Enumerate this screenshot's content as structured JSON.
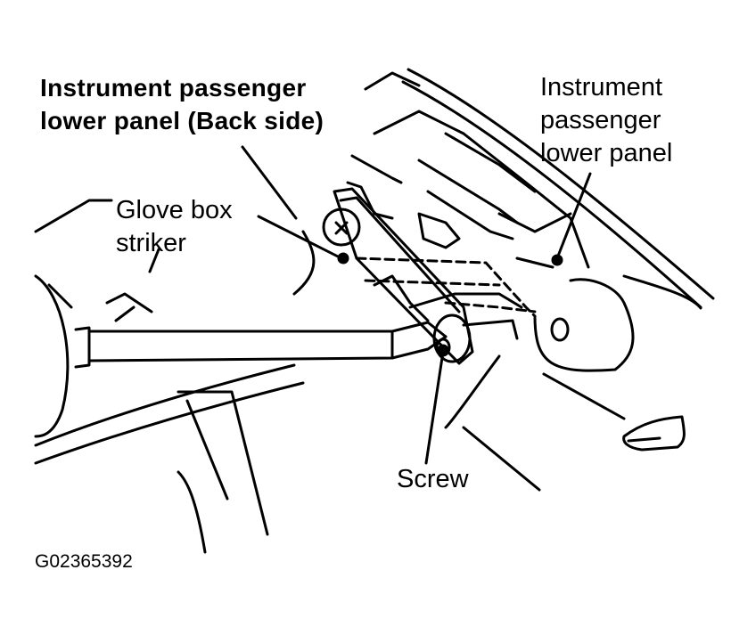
{
  "callouts": {
    "panel_back": [
      "Instrument passenger",
      "lower panel (Back side)"
    ],
    "panel": [
      "Instrument",
      "passenger",
      "lower panel"
    ],
    "striker": [
      "Glove box",
      "striker"
    ],
    "screw": "Screw"
  },
  "figure_code": "G02365392"
}
